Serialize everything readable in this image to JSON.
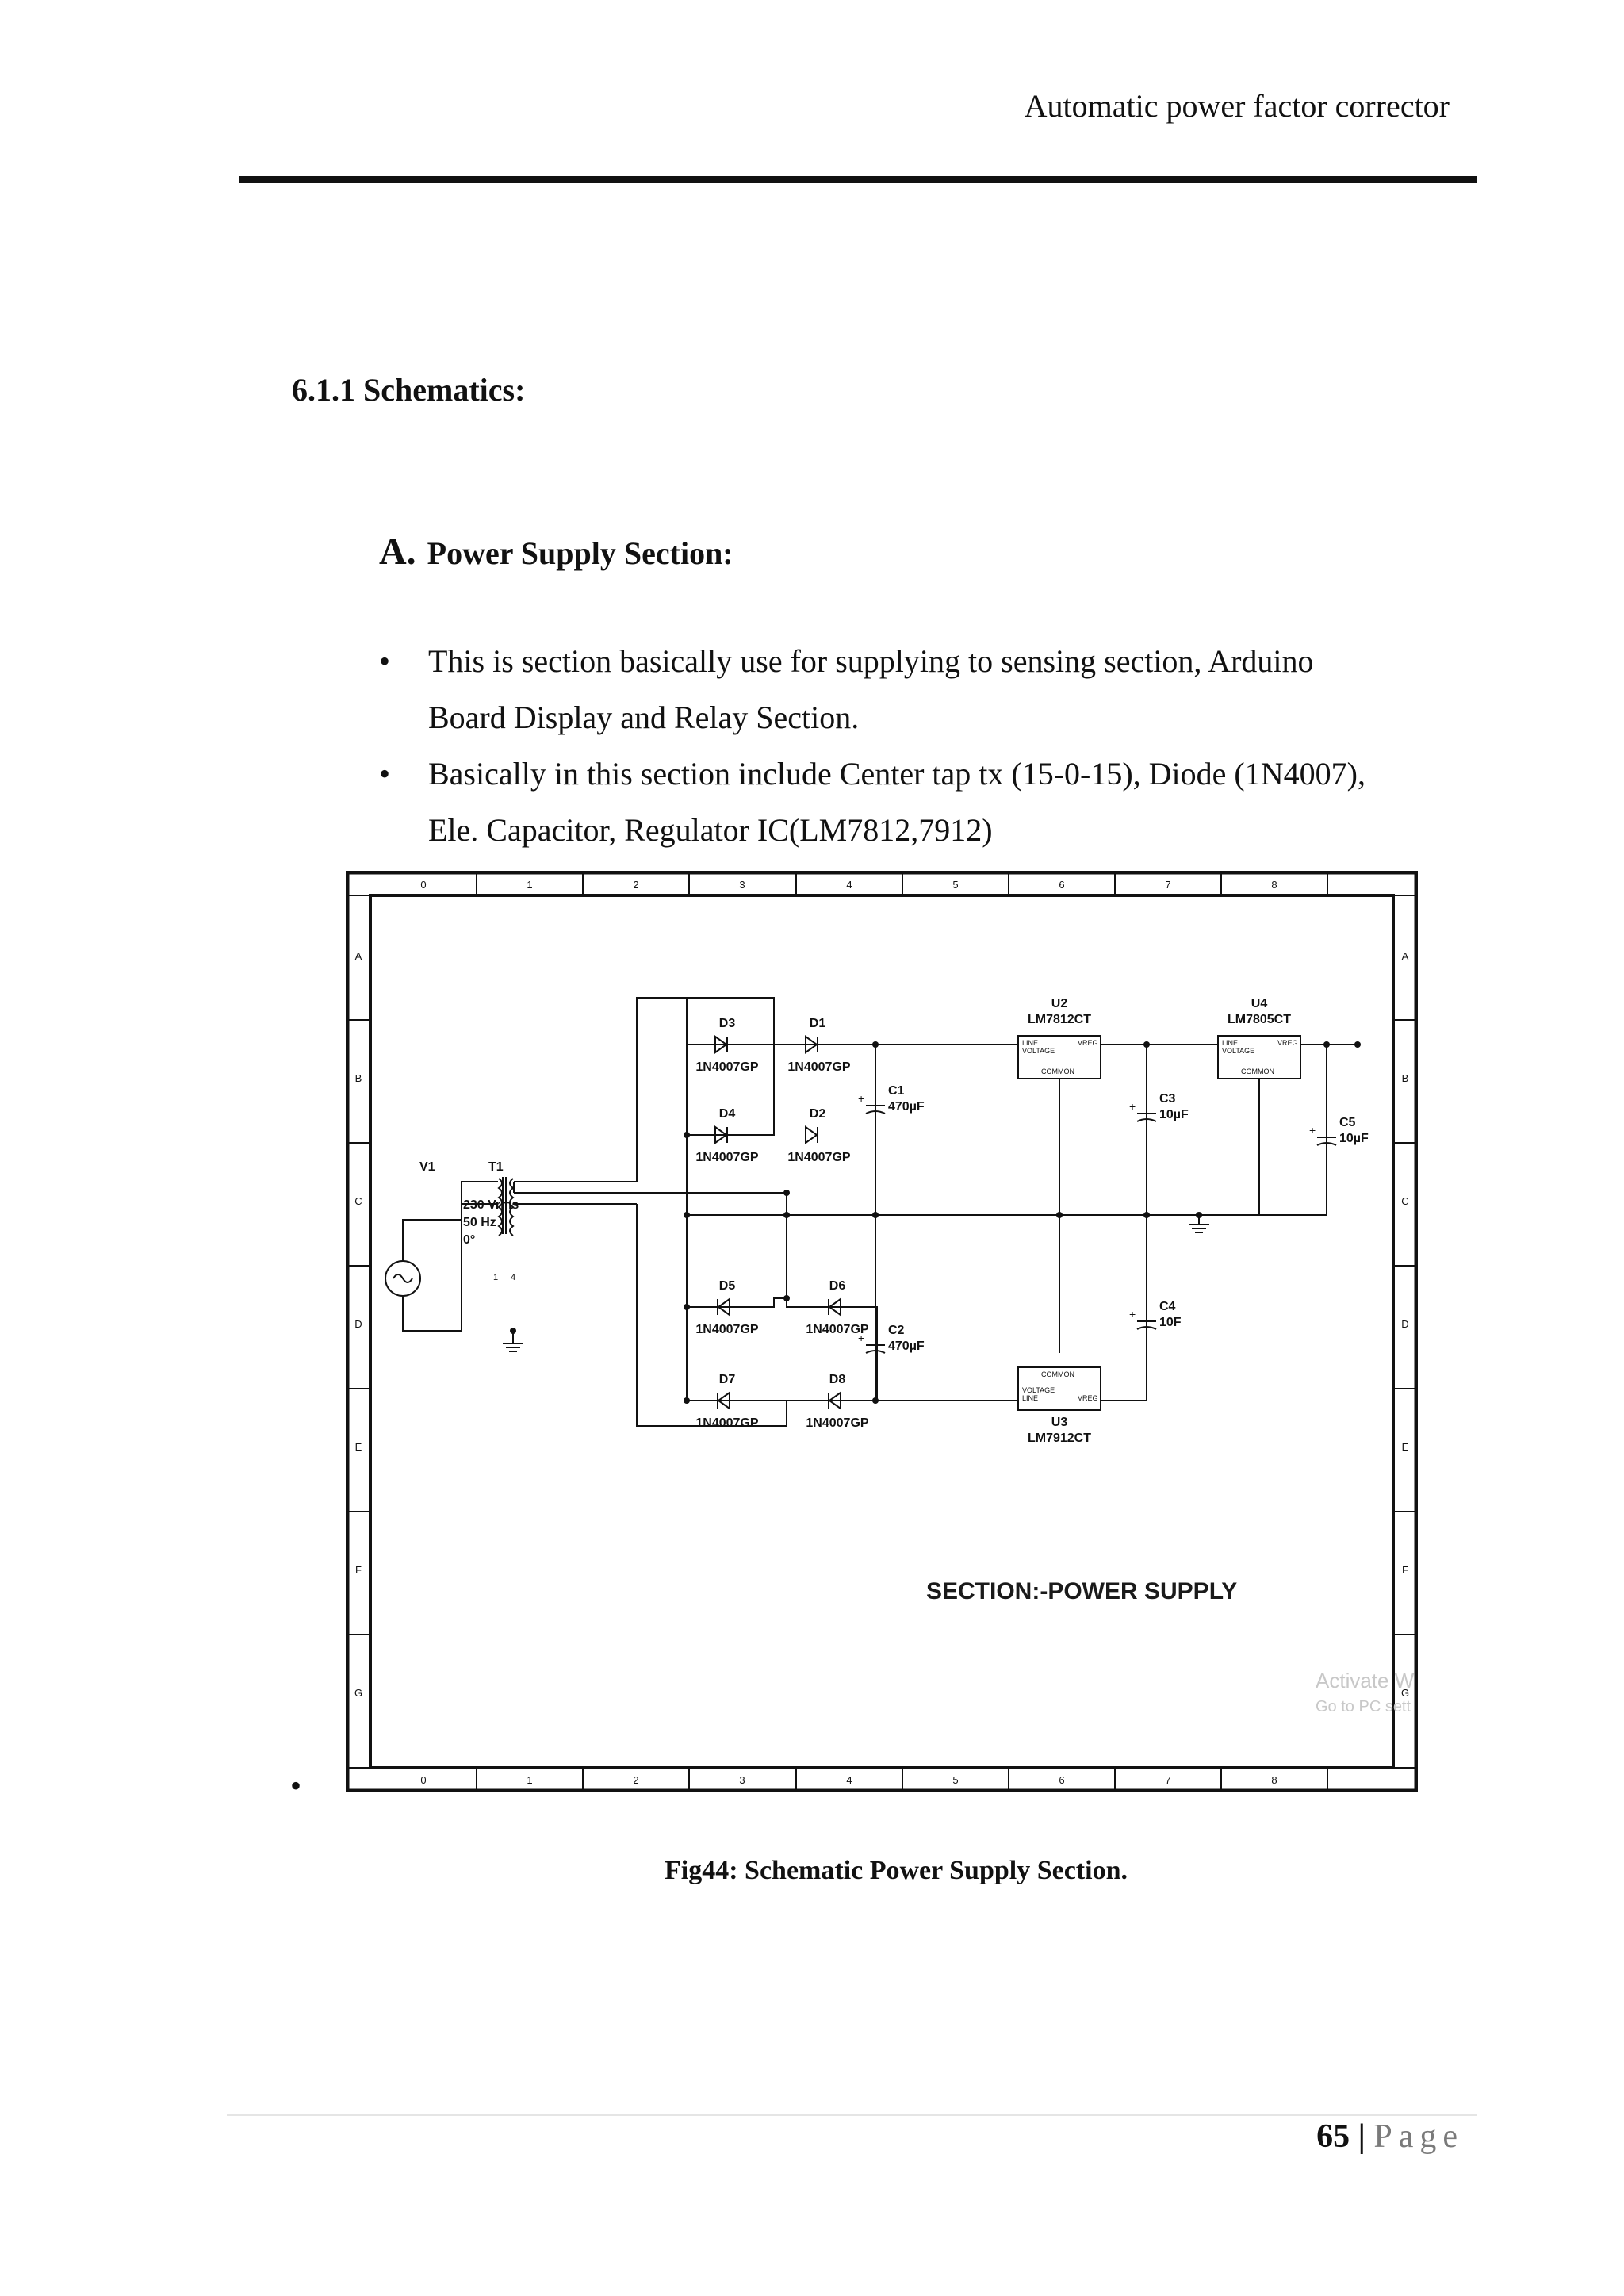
{
  "header": {
    "title": "Automatic power factor corrector"
  },
  "section_heading": "6.1.1 Schematics:",
  "subsection": {
    "letter": "A.",
    "title": "Power Supply Section:"
  },
  "bullets": [
    {
      "line1": "This is section basically use for supplying to sensing section, Arduino",
      "line2": "Board Display and Relay Section."
    },
    {
      "line1": "Basically in this section include Center tap tx (15-0-15), Diode (1N4007),",
      "line2": "Ele. Capacitor, Regulator IC(LM7812,7912)"
    }
  ],
  "bullet_symbol": "•",
  "schematic": {
    "col_labels": [
      "0",
      "1",
      "2",
      "3",
      "4",
      "5",
      "6",
      "7",
      "8"
    ],
    "row_labels": [
      "A",
      "B",
      "C",
      "D",
      "E",
      "F",
      "G"
    ],
    "source": {
      "ref": "V1",
      "line1": "230 Vrms",
      "line2": "50 Hz",
      "line3": "0°"
    },
    "transformer": {
      "ref": "T1",
      "pin1": "1",
      "pin4": "4"
    },
    "diodes": [
      {
        "ref": "D3",
        "part": "1N4007GP"
      },
      {
        "ref": "D1",
        "part": "1N4007GP"
      },
      {
        "ref": "D4",
        "part": "1N4007GP"
      },
      {
        "ref": "D2",
        "part": "1N4007GP"
      },
      {
        "ref": "D5",
        "part": "1N4007GP"
      },
      {
        "ref": "D6",
        "part": "1N4007GP"
      },
      {
        "ref": "D7",
        "part": "1N4007GP"
      },
      {
        "ref": "D8",
        "part": "1N4007GP"
      }
    ],
    "capacitors": [
      {
        "ref": "C1",
        "value": "470µF"
      },
      {
        "ref": "C2",
        "value": "470µF"
      },
      {
        "ref": "C3",
        "value": "10µF"
      },
      {
        "ref": "C4",
        "value": "10F"
      },
      {
        "ref": "C5",
        "value": "10µF"
      }
    ],
    "regulators": [
      {
        "ref": "U2",
        "part": "LM7812CT"
      },
      {
        "ref": "U4",
        "part": "LM7805CT"
      },
      {
        "ref": "U3",
        "part": "LM7912CT"
      }
    ],
    "pin_labels": {
      "line": "LINE",
      "voltage": "VOLTAGE",
      "vreg": "VREG",
      "common": "COMMON"
    },
    "section_label": "SECTION:-POWER SUPPLY",
    "watermark_line1": "Activate W",
    "watermark_line2": "Go to PC sett"
  },
  "caption": "Fig44: Schematic Power Supply Section.",
  "footer": {
    "page_number": "65",
    "separator": "|",
    "page_label": "Page"
  }
}
